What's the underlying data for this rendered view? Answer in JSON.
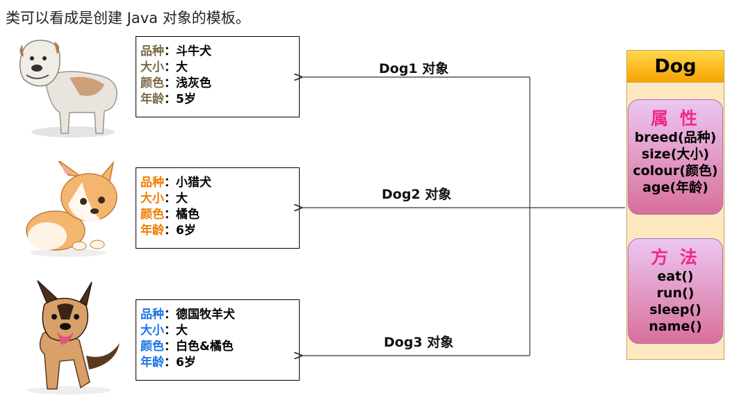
{
  "caption": "类可以看成是创建 Java 对象的模板。",
  "objects": [
    {
      "edge_label": "Dog1  对象",
      "label_color": "#7a6a44",
      "rows": [
        {
          "key": "品种",
          "sep": "：",
          "value": "斗牛犬"
        },
        {
          "key": "大小",
          "sep": "：",
          "value": "大"
        },
        {
          "key": "颜色",
          "sep": "：",
          "value": "浅灰色"
        },
        {
          "key": "年龄",
          "sep": "：",
          "value": "5岁"
        }
      ]
    },
    {
      "edge_label": "Dog2 对象",
      "label_color": "#f07c00",
      "rows": [
        {
          "key": "品种",
          "sep": "：",
          "value": "小猎犬"
        },
        {
          "key": "大小",
          "sep": "：",
          "value": "大"
        },
        {
          "key": "颜色",
          "sep": "：",
          "value": "橘色"
        },
        {
          "key": "年龄",
          "sep": "：",
          "value": "6岁"
        }
      ]
    },
    {
      "edge_label": "Dog3 对象",
      "label_color": "#1a73e8",
      "rows": [
        {
          "key": "品种",
          "sep": "：",
          "value": "德国牧羊犬"
        },
        {
          "key": "大小",
          "sep": "：",
          "value": "大"
        },
        {
          "key": "颜色",
          "sep": "：",
          "value": "白色&橘色"
        },
        {
          "key": "年龄",
          "sep": "：",
          "value": "6岁"
        }
      ]
    }
  ],
  "class_box": {
    "title": "Dog",
    "attributes_title": "属 性",
    "attributes": [
      "breed(品种)",
      "size(大小)",
      "colour(颜色)",
      "age(年龄)"
    ],
    "methods_title": "方 法",
    "methods": [
      "eat()",
      "run()",
      "sleep()",
      "name()"
    ]
  },
  "images": [
    "bulldog-image",
    "corgi-image",
    "german-shepherd-image"
  ]
}
